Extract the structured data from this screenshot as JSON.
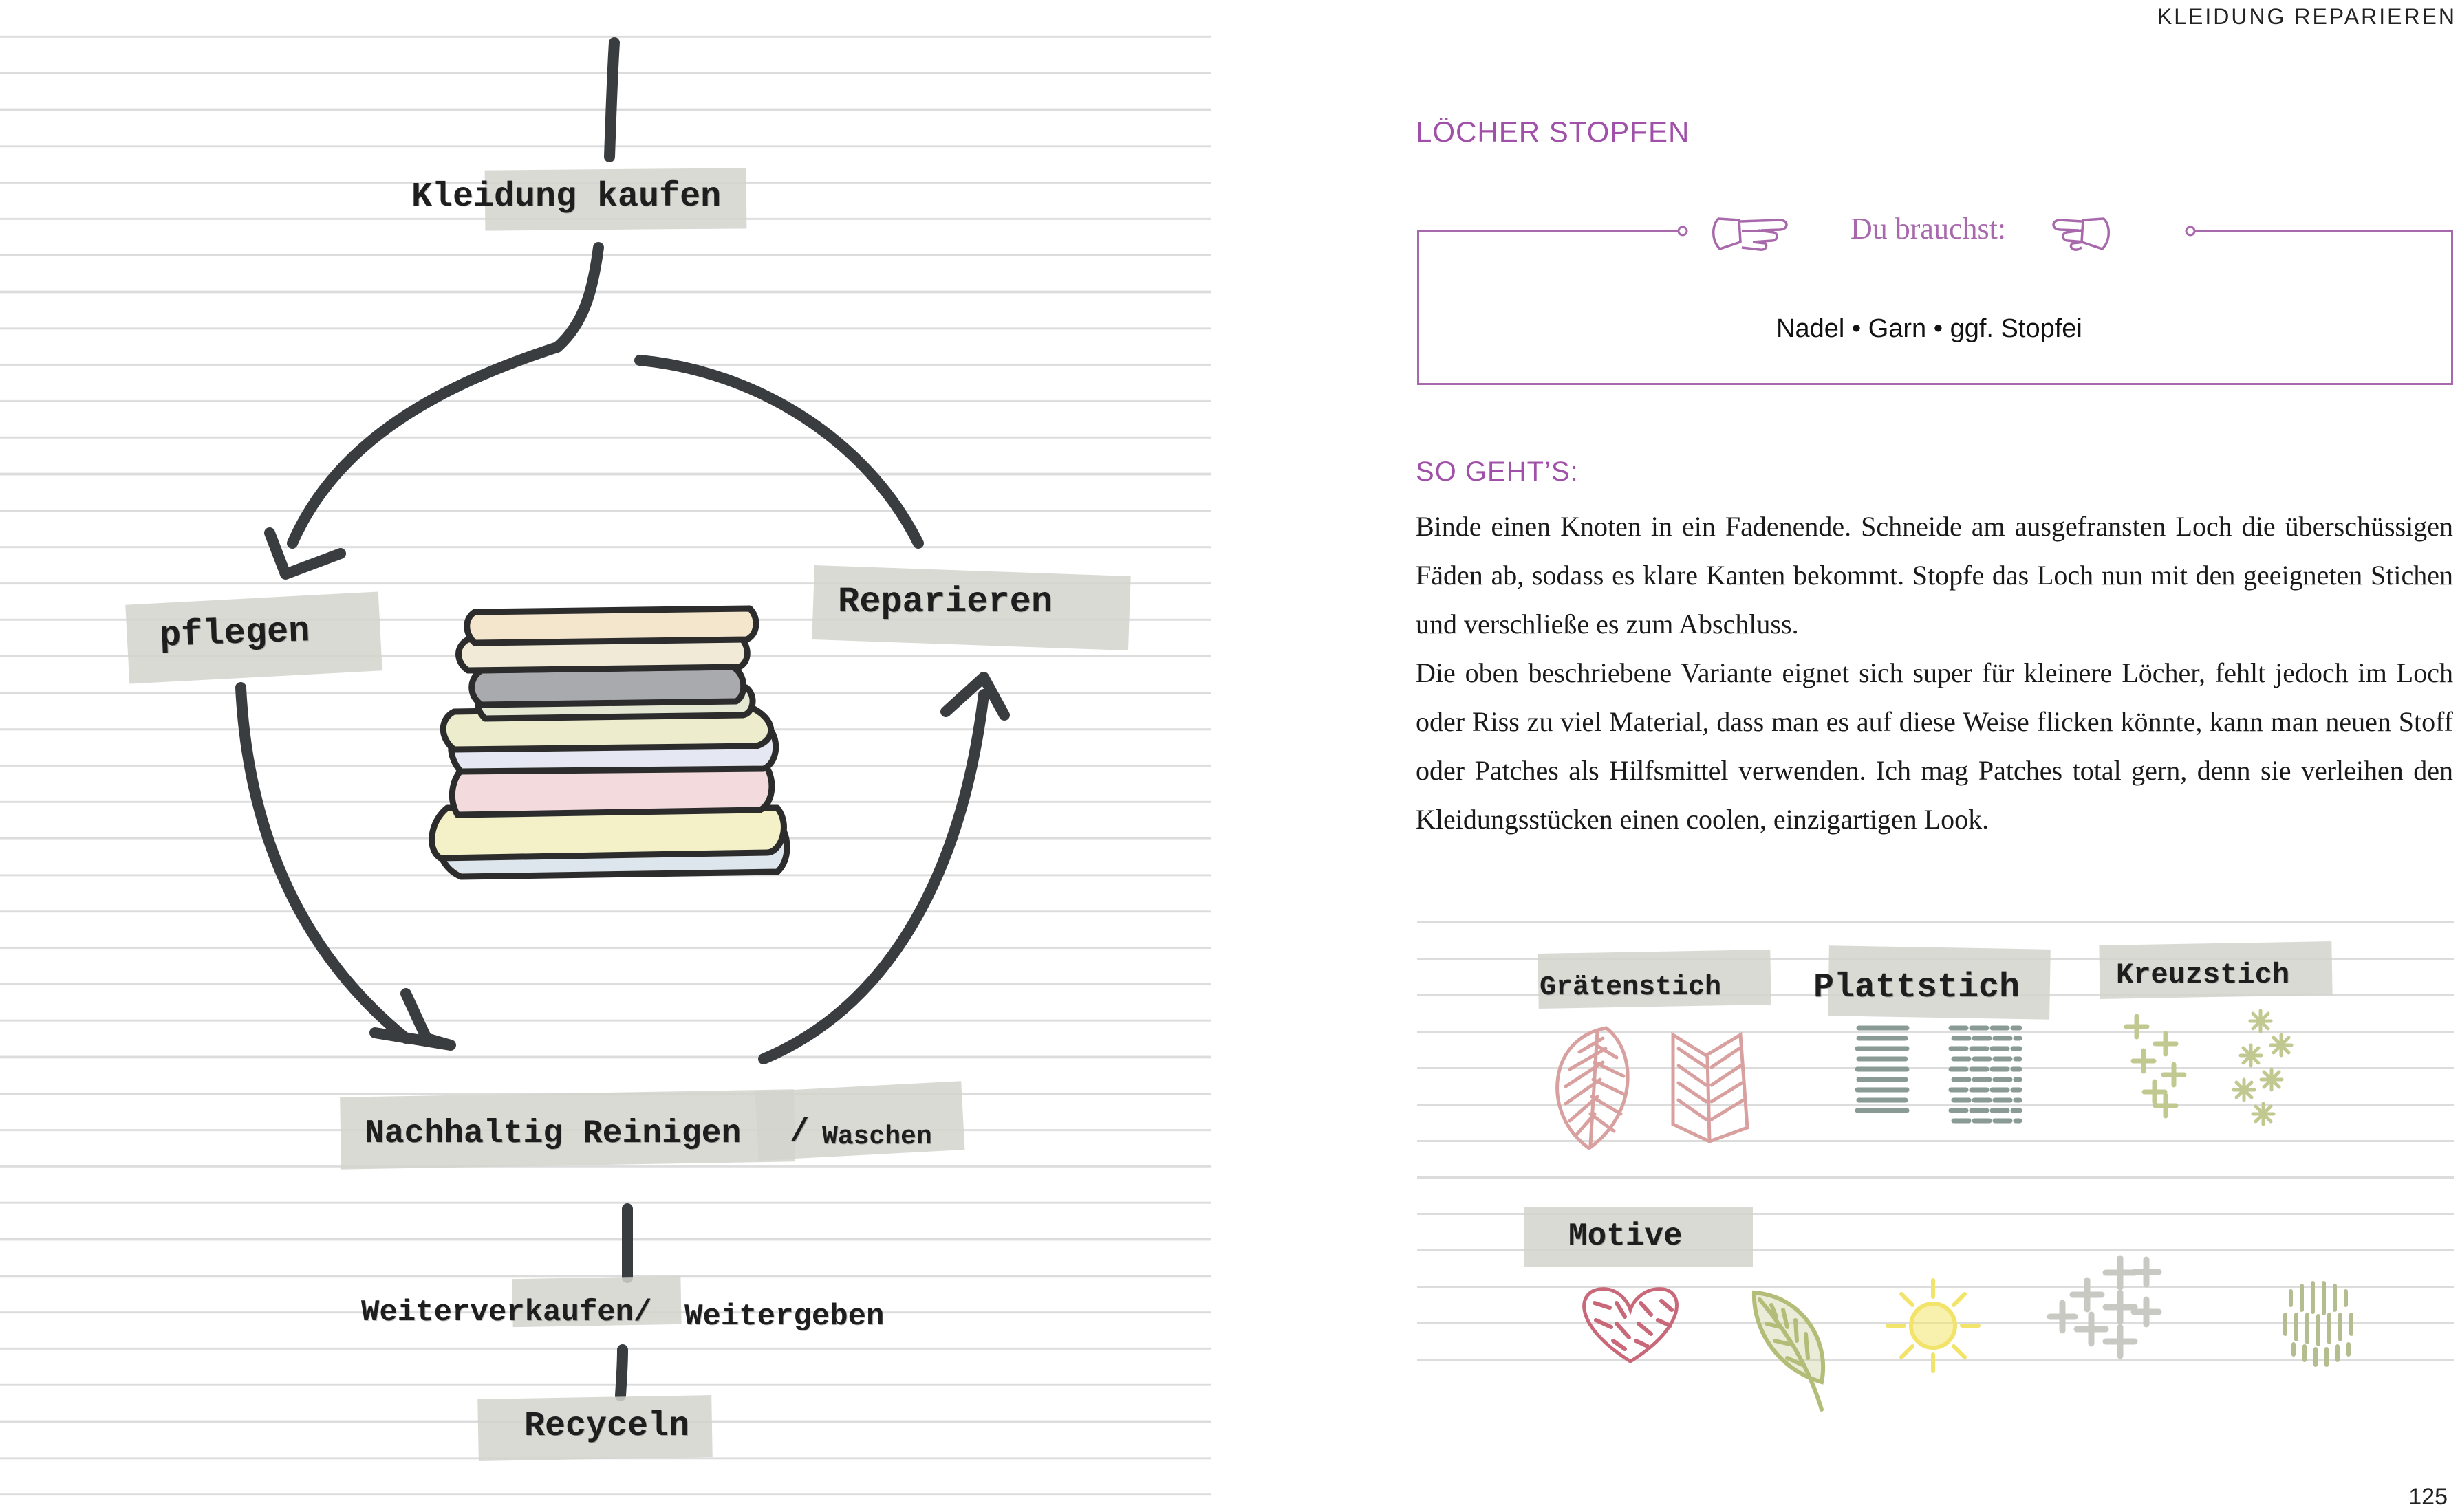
{
  "left_page": {
    "flow_steps": {
      "buy": "Kleidung kaufen",
      "care": "pflegen",
      "repair": "Reparieren",
      "clean_main": "Nachhaltig Reinigen",
      "clean_slash": "/",
      "clean_sub": "Waschen",
      "resell": "Weiterverkaufen/",
      "pass_on": "Weitergeben",
      "recycle": "Recyceln"
    },
    "illustration": "clothes-stack-icon"
  },
  "right_page": {
    "running_head": "KLEIDUNG REPARIEREN",
    "section_title": "LÖCHER STOPFEN",
    "needs": {
      "label": "Du brauchst:",
      "items": "Nadel • Garn • ggf. Stopfei"
    },
    "howto": {
      "title": "SO GEHT’S:",
      "paragraph_1": "Binde einen Knoten in ein Fadenende. Schneide am ausgefransten Loch die überschüssigen Fäden ab, sodass es klare Kanten bekommt. Stopfe das Loch nun mit den geeigneten Stichen und verschließe es zum Abschluss.",
      "paragraph_2": "Die oben beschriebene Variante eignet sich super für kleinere Löcher, fehlt jedoch im Loch oder Riss zu viel Material, dass man es auf diese Weise flicken könnte, kann man neuen Stoff oder Patches als Hilfsmittel verwenden. Ich mag Patches total gern, denn sie verleihen den Kleidungsstücken einen coolen, einzigartigen Look."
    },
    "stitches": {
      "herringbone": "Grätenstich",
      "satin": "Plattstich",
      "cross": "Kreuzstich",
      "motifs": "Motive"
    },
    "colors": {
      "accent": "#a050a8",
      "rose": "#d9a0a0",
      "slate": "#8a9a94",
      "sage": "#c2c990",
      "yellow": "#f2e36a"
    },
    "folio": "125"
  }
}
